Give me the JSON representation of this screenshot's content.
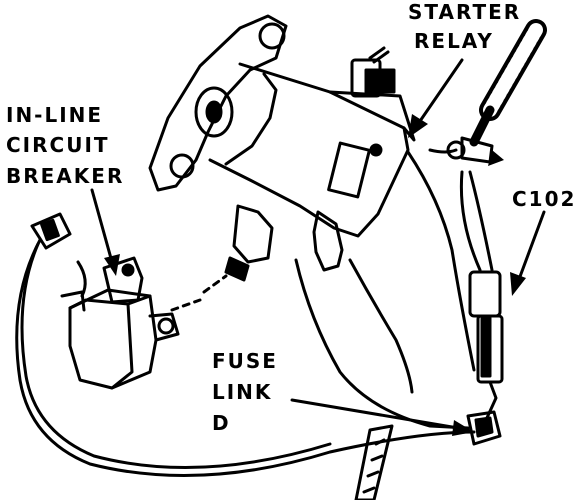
{
  "labels": {
    "starter_relay_line1": "STARTER",
    "starter_relay_line2": "RELAY",
    "breaker_line1": "IN-LINE",
    "breaker_line2": "CIRCUIT",
    "breaker_line3": "BREAKER",
    "connector": "C102",
    "fuse_line1": "FUSE",
    "fuse_line2": "LINK",
    "fuse_line3": "D"
  },
  "colors": {
    "ink": "#000000",
    "paper": "#ffffff"
  }
}
